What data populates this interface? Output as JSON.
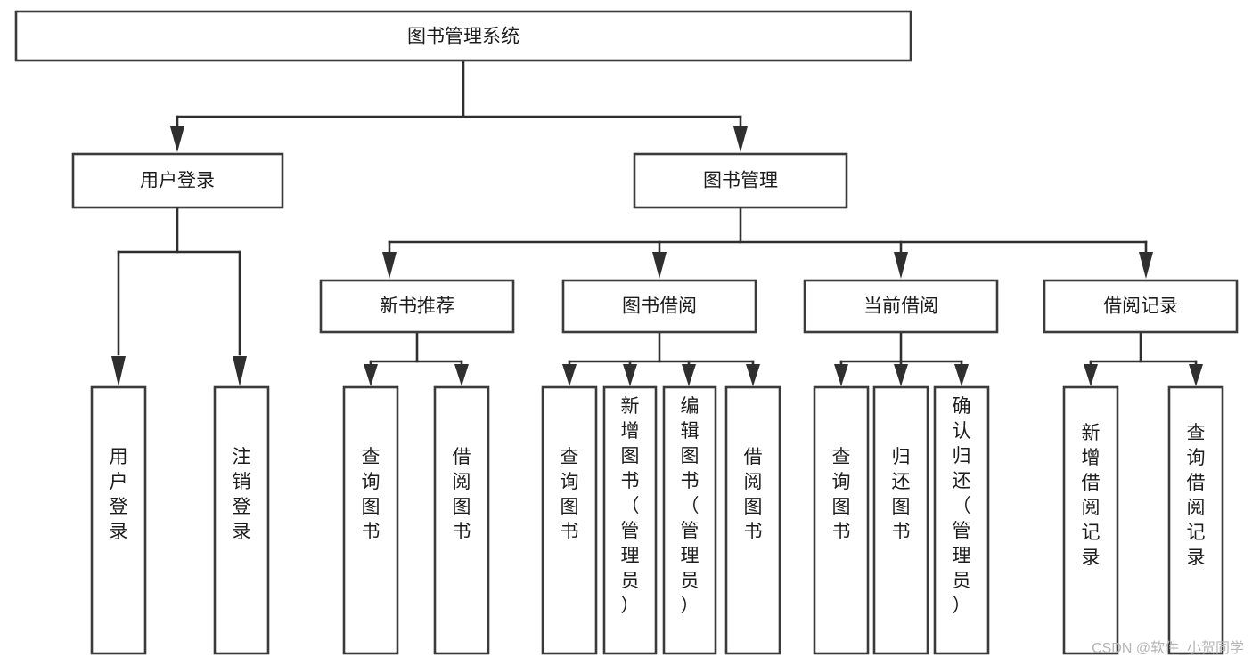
{
  "diagram": {
    "type": "tree-hierarchy",
    "title": "图书管理系统",
    "orientation": "top-down",
    "watermark": "CSDN @软件_小贺同学",
    "colors": {
      "box_fill": "#ffffff",
      "box_stroke": "#3b3b3b",
      "connector": "#2f2f2f",
      "text": "#1c1c1c",
      "background": "#ffffff",
      "watermark": "#b6b6b6"
    },
    "root": {
      "label": "图书管理系统"
    },
    "level2": [
      {
        "label": "用户登录"
      },
      {
        "label": "图书管理"
      }
    ],
    "level3": [
      {
        "label": "新书推荐"
      },
      {
        "label": "图书借阅"
      },
      {
        "label": "当前借阅"
      },
      {
        "label": "借阅记录"
      }
    ],
    "leaves": {
      "user_login": [
        {
          "label": "用户登录"
        },
        {
          "label": "注销登录"
        }
      ],
      "new_book_recommend": [
        {
          "label": "查询图书"
        },
        {
          "label": "借阅图书"
        }
      ],
      "book_borrow": [
        {
          "label": "查询图书"
        },
        {
          "label": "新增图书（管理员）"
        },
        {
          "label": "编辑图书（管理员）"
        },
        {
          "label": "借阅图书"
        }
      ],
      "current_borrow": [
        {
          "label": "查询图书"
        },
        {
          "label": "归还图书"
        },
        {
          "label": "确认归还（管理员）"
        }
      ],
      "borrow_record": [
        {
          "label": "新增借阅记录"
        },
        {
          "label": "查询借阅记录"
        }
      ]
    }
  }
}
